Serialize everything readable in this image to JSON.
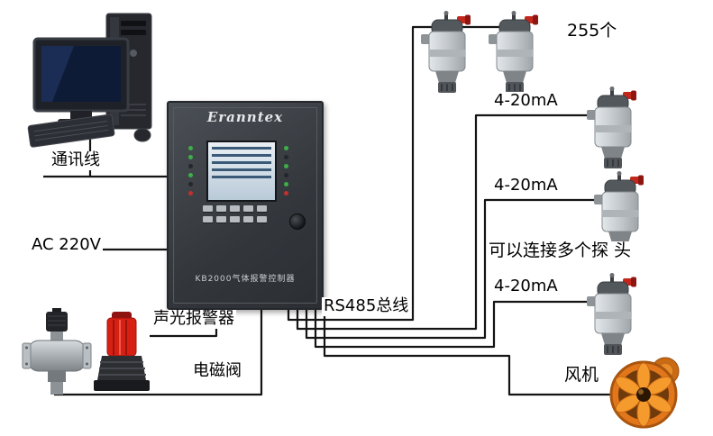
{
  "panel": {
    "brand": "Eranntex",
    "model": "KB2000气体报警控制器"
  },
  "labels": {
    "comm_line": "通讯线",
    "power": "AC 220V",
    "alarm": "声光报警器",
    "valve": "电磁阀",
    "rs485_bus": "RS485总线",
    "detector_count": "255个",
    "ma_top": "4-20mA",
    "ma_mid": "4-20mA",
    "ma_bottom": "4-20mA",
    "multi_note": "可以连接多个探 头",
    "fan": "风机"
  },
  "colors": {
    "wire": "#141414",
    "panel_body": "#3a3f45",
    "alarm_red": "#d62014",
    "fan_orange": "#e2761b",
    "detector_gray": "#c3c9cd"
  }
}
